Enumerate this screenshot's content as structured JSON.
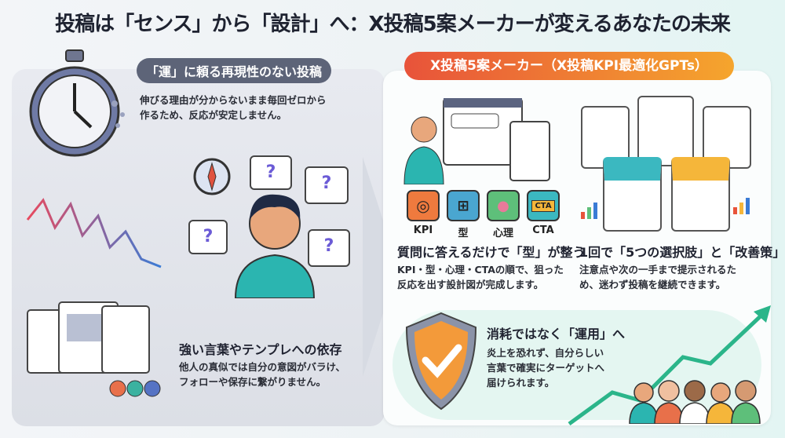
{
  "title": "投稿は「センス」から「設計」へ：X投稿5案メーカーが変えるあなたの未来",
  "left": {
    "problem1": {
      "heading": "「運」に頼る再現性のない投稿",
      "body_line1": "伸びる理由が分からないまま毎回ゼロから",
      "body_line2": "作るため、反応が安定しません。"
    },
    "problem2": {
      "heading": "強い言葉やテンプレへの依存",
      "body_line1": "他人の真似では自分の意図がバラけ、",
      "body_line2": "フォローや保存に繋がりません。"
    },
    "question_mark": "?"
  },
  "right": {
    "banner": "X投稿5案メーカー（X投稿KPI最適化GPTs）",
    "steps": [
      "KPI",
      "型",
      "心理",
      "CTA"
    ],
    "cta_button": "CTA",
    "feature1": {
      "heading": "質問に答えるだけで「型」が整う",
      "body_line1": "KPI・型・心理・CTAの順で、狙った",
      "body_line2": "反応を出す設計図が完成します。"
    },
    "feature2": {
      "heading": "1回で「5つの選択肢」と「改善策」",
      "body_line1": "注意点や次の一手まで提示されるた",
      "body_line2": "め、迷わず投稿を継続できます。"
    },
    "outcome": {
      "heading": "消耗ではなく「運用」へ",
      "body_line1": "炎上を恐れず、自分らしい",
      "body_line2": "言葉で確実にターゲットへ",
      "body_line3": "届けられます。"
    }
  },
  "colors": {
    "banner_start": "#e8533a",
    "banner_end": "#f5a52d",
    "pill_gray": "#5d6478",
    "growth_green": "#2bb58a"
  }
}
